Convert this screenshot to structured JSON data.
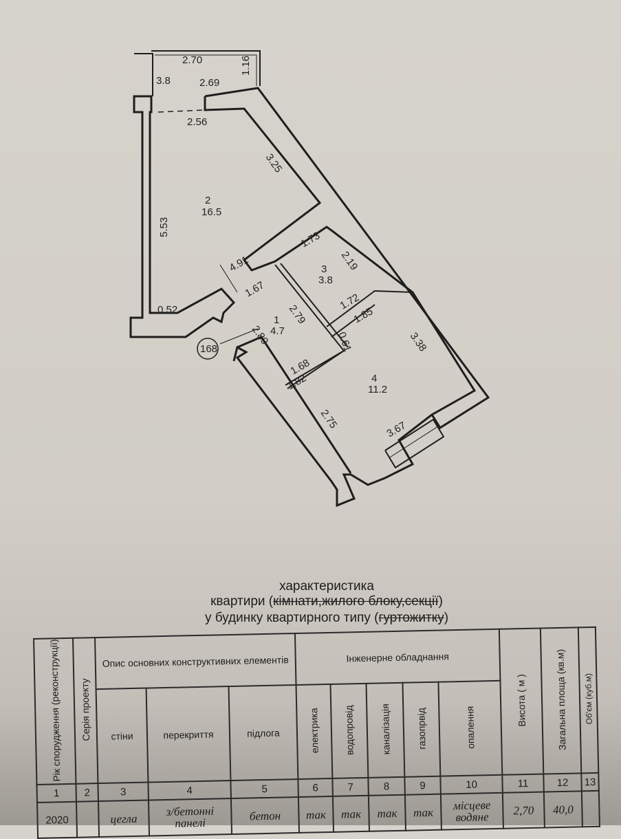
{
  "plan": {
    "balcony": {
      "area": "3.8",
      "dims": [
        "2.70",
        "2.69",
        "1.16"
      ]
    },
    "room_2": {
      "number": "2",
      "area": "16.5",
      "dims": [
        "2.56",
        "3.25",
        "5.53",
        "4.91",
        "0.52"
      ]
    },
    "room_1": {
      "number": "1",
      "area": "4.7",
      "dims": [
        "1.67",
        "2.79",
        "2.80",
        "1.68"
      ]
    },
    "room_3": {
      "number": "3",
      "area": "3.8",
      "dims": [
        "1.73",
        "2.19",
        "1.72"
      ]
    },
    "room_4": {
      "number": "4",
      "area": "11.2",
      "dims": [
        "1.85",
        "0.61",
        "3.38",
        "1.82",
        "2.75",
        "3.67"
      ]
    },
    "apartment_marker": "168"
  },
  "caption": {
    "line1": "характеристика",
    "line2_prefix": "квартири (",
    "line2_struck": "кімнати,жилого блоку,секції",
    "line2_suffix": ")",
    "line3_prefix": "у будинку квартирного типу (",
    "line3_struck": "гуртожитку",
    "line3_suffix": ")"
  },
  "table": {
    "headers": {
      "year": "Рік спорудження (реконструкції)",
      "series": "Серія проекту",
      "structural_group": "Опис основних конструктивних елементів",
      "walls": "стіни",
      "ceiling": "перекриття",
      "floor": "підлога",
      "engineering_group": "Інженерне обладнання",
      "electricity": "електрика",
      "water": "водопровід",
      "sewer": "каналізація",
      "gas": "газопрвід",
      "heating": "опалення",
      "height": "Висота ( м )",
      "total_area": "Загальна площа (кв.м)",
      "volume": "Об'єм (куб.м)"
    },
    "column_numbers": [
      "1",
      "2",
      "3",
      "4",
      "5",
      "6",
      "7",
      "8",
      "9",
      "10",
      "11",
      "12",
      "13"
    ],
    "row": {
      "year": "2020",
      "series": "",
      "walls": "цегла",
      "ceiling": "з/бетонні панелі",
      "floor": "бетон",
      "electricity": "так",
      "water": "так",
      "sewer": "так",
      "gas": "так",
      "heating": "місцеве водяне",
      "height": "2,70",
      "total_area": "40,0",
      "volume": ""
    }
  }
}
